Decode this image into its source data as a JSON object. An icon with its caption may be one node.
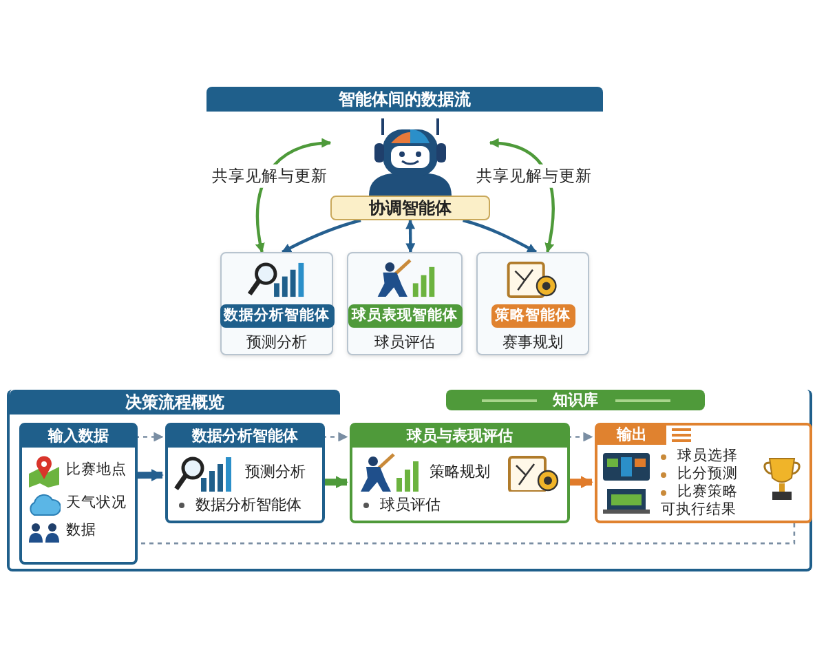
{
  "diagram": {
    "title": "智能体间的数据流",
    "nodes": [
      {
        "text": [
          "协调智能体"
        ]
      },
      {
        "text": [
          "数据分析智能体",
          "预测分析"
        ]
      },
      {
        "text": [
          "球员表现智能体",
          "球员评估"
        ]
      },
      {
        "text": [
          "策略智能体",
          "赛事规划"
        ]
      },
      {
        "text": [
          "决策流程概览"
        ]
      },
      {
        "text": [
          "输入数据",
          "比赛地点",
          "天气状况",
          "数据"
        ],
        "in": 4
      },
      {
        "text": [
          "数据分析智能体",
          "预测分析",
          "数据分析智能体"
        ],
        "in": 4
      },
      {
        "text": [
          "球员与表现评估",
          "策略规划",
          "球员评估"
        ],
        "in": 4
      },
      {
        "text": [
          "输出",
          "球员选择",
          "比分预测",
          "比赛策略",
          "可执行结果"
        ],
        "in": 4
      },
      {
        "text": [
          "知识库"
        ],
        "in": 4
      }
    ],
    "edges": [
      {
        "from": 0,
        "to": 1,
        "arrow": "to"
      },
      {
        "from": 0,
        "to": 2,
        "arrow": "both"
      },
      {
        "from": 0,
        "to": 3,
        "arrow": "to"
      },
      {
        "from": 1,
        "to": 0,
        "arrow": "both",
        "label": "共享见解与更新",
        "color": "#4e9a3a"
      },
      {
        "from": 3,
        "to": 0,
        "arrow": "both",
        "label": "共享见解与更新",
        "color": "#4e9a3a"
      },
      {
        "from": 5,
        "to": 6,
        "arrow": "to",
        "style": "thick"
      },
      {
        "from": 6,
        "to": 7,
        "arrow": "to",
        "style": "thick",
        "color": "#4e9a3a"
      },
      {
        "from": 7,
        "to": 8,
        "arrow": "to",
        "style": "thick",
        "color": "#e07b2a"
      },
      {
        "from": 5,
        "to": 6,
        "arrow": "to",
        "style": "dashed",
        "color": "#7a8ea3"
      },
      {
        "from": 6,
        "to": 7,
        "arrow": "to",
        "style": "dashed",
        "color": "#7a8ea3"
      },
      {
        "from": 7,
        "to": 8,
        "arrow": "to",
        "style": "dashed",
        "color": "#7a8ea3"
      },
      {
        "from": 8,
        "to": 5,
        "arrow": "none",
        "style": "dashed",
        "color": "#7a8ea3"
      }
    ]
  }
}
